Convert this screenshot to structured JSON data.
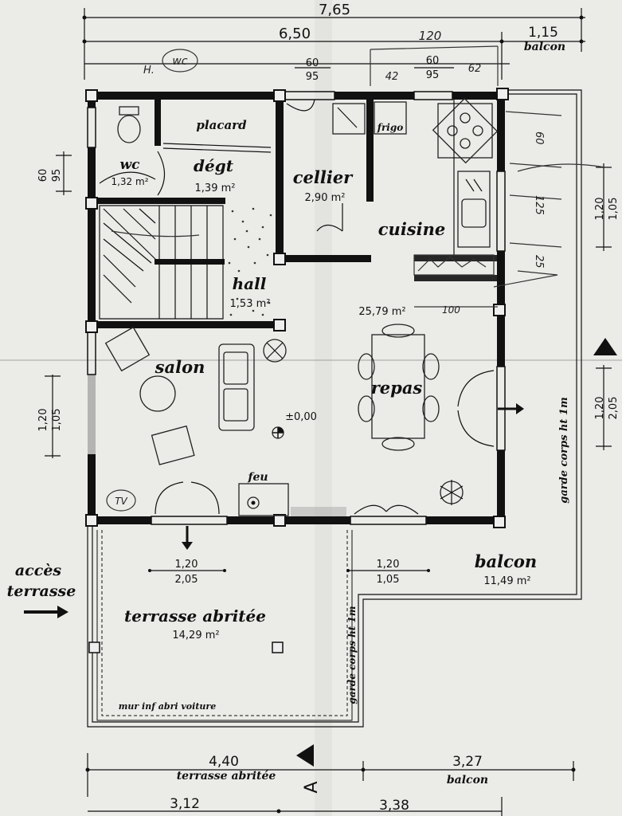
{
  "rooms": {
    "wc": {
      "name": "wc",
      "area": "1,32 m²"
    },
    "placard": {
      "name": "placard"
    },
    "degt": {
      "name": "dégt",
      "area": "1,39 m²"
    },
    "cellier": {
      "name": "cellier",
      "area": "2,90 m²"
    },
    "frigo": {
      "name": "frigo"
    },
    "cuisine": {
      "name": "cuisine"
    },
    "hall": {
      "name": "hall",
      "area": "1,53 m²"
    },
    "living_area": "25,79 m²",
    "salon": {
      "name": "salon"
    },
    "repas": {
      "name": "repas"
    },
    "feu": {
      "name": "feu"
    },
    "level": "±0,00",
    "balcon": {
      "name": "balcon",
      "area": "11,49 m²"
    },
    "terrasse": {
      "name": "terrasse abritée",
      "area": "14,29 m²"
    }
  },
  "annotations": {
    "acces_line1": "accès",
    "acces_line2": "terrasse",
    "garde_corps_right": "garde corps ht 1m",
    "garde_corps_terrasse": "garde corps ht 1m",
    "mur_inf": "mur inf abri voiture",
    "section_marker": "A"
  },
  "dimensions": {
    "top_total": "7,65",
    "top_main": "6,50",
    "top_balcon": "1,15",
    "top_balcon_label": "balcon",
    "window_a_top": "60",
    "window_a_bottom": "95",
    "window_b_top": "60",
    "window_b_bottom": "95",
    "left_window_top": "60",
    "left_window_bottom": "95",
    "left_window2_top": "1,20",
    "left_window2_bottom": "1,05",
    "right_window_top": "1,20",
    "right_window_bottom": "1,05",
    "right_door_top": "1,20",
    "right_door_bottom": "2,05",
    "door_salon_top": "1,20",
    "door_salon_bottom": "2,05",
    "door_repas_top": "1,20",
    "door_repas_bottom": "1,05",
    "bottom_terrasse": "4,40",
    "bottom_terrasse_label": "terrasse abritée",
    "bottom_balcon": "3,27",
    "bottom_balcon_label": "balcon",
    "bottom_left": "3,12",
    "bottom_right": "3,38"
  },
  "handwritten": {
    "h_wc_h": "H.",
    "h_wc": "wc",
    "h_120": "120",
    "h_42": "42",
    "h_62": "62",
    "h_tv": "TV",
    "h_60": "60",
    "h_125": "125",
    "h_25": "25",
    "h_100": "100"
  }
}
